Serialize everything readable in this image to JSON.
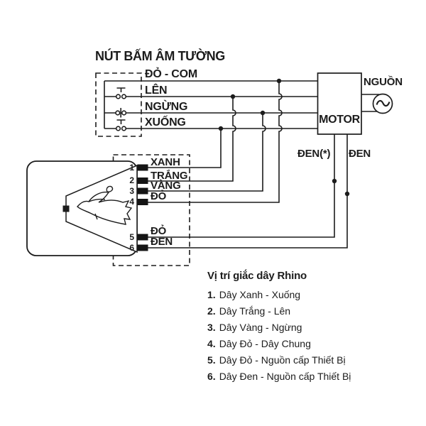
{
  "colors": {
    "background": "#ffffff",
    "line": "#1c1c1c",
    "text": "#1c1c1c"
  },
  "title": "NÚT BẤM ÂM TƯỜNG",
  "switch_panel": {
    "com_label": "ĐỎ - COM",
    "buttons": [
      {
        "label": "LÊN"
      },
      {
        "label": "NGỪNG"
      },
      {
        "label": "XUỐNG"
      }
    ]
  },
  "connector": {
    "pins": [
      {
        "num": "1",
        "label": "XANH"
      },
      {
        "num": "2",
        "label": "TRẮNG"
      },
      {
        "num": "3",
        "label": "VÀNG"
      },
      {
        "num": "4",
        "label": "ĐỎ"
      },
      {
        "num": "5",
        "label": "ĐỎ"
      },
      {
        "num": "6",
        "label": "ĐEN"
      }
    ]
  },
  "motor": {
    "label": "MOTOR",
    "power_label": "NGUỒN",
    "ac_symbol": "~",
    "bottom_wire_labels": [
      {
        "label": "ĐEN(*)"
      },
      {
        "label": "ĐEN"
      }
    ]
  },
  "legend": {
    "title": "Vị trí giắc dây Rhino",
    "items": [
      {
        "num": "1.",
        "text": "Dây Xanh - Xuống"
      },
      {
        "num": "2.",
        "text": "Dây Trắng - Lên"
      },
      {
        "num": "3.",
        "text": "Dây Vàng - Ngừng"
      },
      {
        "num": "4.",
        "text": "Dây Đỏ - Dây Chung"
      },
      {
        "num": "5.",
        "text": "Dây Đỏ - Nguồn cấp Thiết Bị"
      },
      {
        "num": "6.",
        "text": "Dây Đen - Nguồn cấp Thiết Bị"
      }
    ]
  }
}
